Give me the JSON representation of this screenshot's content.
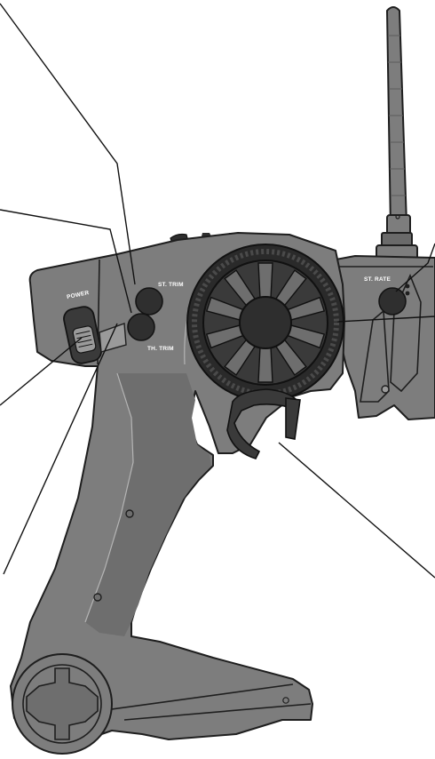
{
  "labels": {
    "power": "POWER",
    "st_trim": "ST. TRIM",
    "th_trim": "TH. TRIM",
    "st_rate": "ST. RATE"
  },
  "colors": {
    "body": "#7d7d7d",
    "body_dark": "#5e5e5e",
    "outline": "#1e1e1e",
    "control": "#2f2f2f",
    "label_text": "#ffffff"
  },
  "icons": {
    "wheel": "steering-wheel-icon",
    "trigger": "throttle-trigger-icon",
    "antenna": "antenna-icon"
  }
}
